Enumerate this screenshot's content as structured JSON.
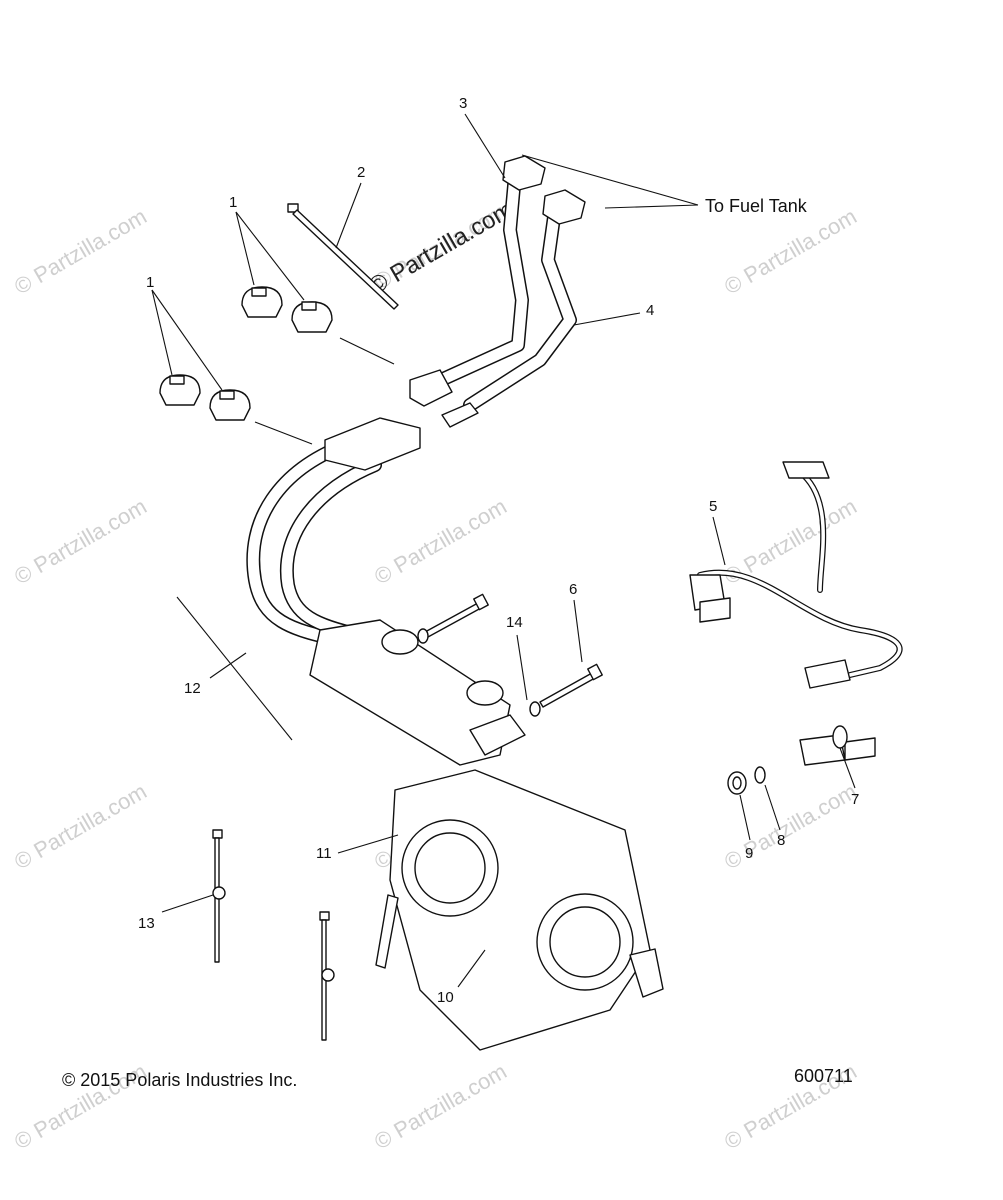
{
  "callouts": [
    "1",
    "1",
    "2",
    "3",
    "4",
    "5",
    "6",
    "7",
    "8",
    "9",
    "10",
    "11",
    "12",
    "13",
    "14"
  ],
  "destination_label": "To Fuel Tank",
  "copyright": "© 2015 Polaris Industries Inc.",
  "diagram_number": "600711",
  "watermark": "© Partzilla.com"
}
